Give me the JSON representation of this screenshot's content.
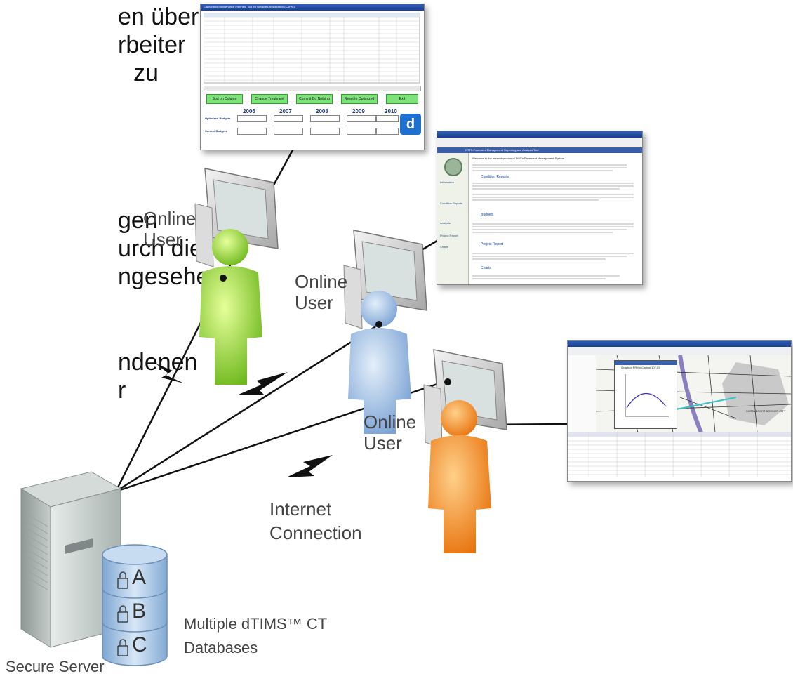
{
  "left_text": {
    "line1": "en über",
    "line2": "rbeiter",
    "line3": "zu",
    "line4": "gen",
    "line5": "urch die",
    "line6": "ngesehen",
    "line7": "ndenen",
    "line8": "r"
  },
  "users": [
    {
      "label_line1": "Online",
      "label_line2": "User",
      "color": "#9bd23c"
    },
    {
      "label_line1": "Online",
      "label_line2": "User",
      "color": "#8fb3e0"
    },
    {
      "label_line1": "Online",
      "label_line2": "User",
      "color": "#f08a1e"
    }
  ],
  "internet": {
    "line1": "Internet",
    "line2": "Connection"
  },
  "databases": {
    "labels": [
      "A",
      "B",
      "C"
    ],
    "caption_line1": "Multiple dTIMS™ CT",
    "caption_line2": "Databases"
  },
  "server": {
    "label": "Secure Server"
  },
  "screenshot1": {
    "title": "Capital and Maintenance Planning Tool for Ringlines Association (CAPSI)",
    "buttons": [
      "Sort on Column",
      "Change Treatment",
      "Commit Do Nothing",
      "Reset to Optimized",
      "Exit"
    ],
    "years": [
      "2006",
      "2007",
      "2008",
      "2009",
      "2010"
    ],
    "row_labels": [
      "Optimized Budgets",
      "Current Budgets"
    ],
    "logo_letter": "d"
  },
  "screenshot2": {
    "title": "DTTS Pavement Management Reporting and Analysis Tool",
    "welcome": "Welcome to the intranet version of DOT's Pavement Management System",
    "sections": [
      "Condition Reports",
      "Budgets",
      "Project Report",
      "Charts"
    ],
    "nav": [
      "Information",
      "Condition Reports",
      "Analysis",
      "Project Report",
      "Charts"
    ]
  },
  "screenshot3": {
    "chart_title": "Graph of PR for Control 107-03",
    "map_label": "SHREVEPORT BOSSIER CITY"
  },
  "colors": {
    "line": "#111111",
    "server": "#bfc7c7",
    "db": "#a9c8e8"
  }
}
